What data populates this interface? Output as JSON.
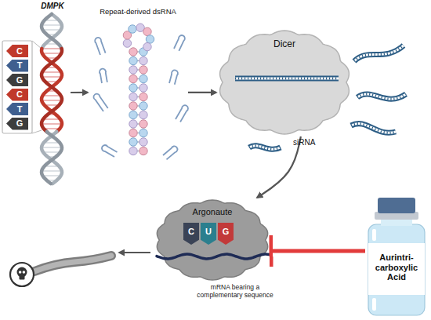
{
  "diagram": {
    "nodes": [
      {
        "text": [
          "DMPK"
        ]
      },
      {
        "text": [
          "Repeat-derived dsRNA"
        ]
      },
      {
        "text": [
          "Dicer"
        ]
      },
      {
        "text": [
          "Argonaute"
        ]
      },
      {
        "text": [
          "Aurintri- carboxylic Acid"
        ]
      }
    ],
    "edges": [
      {
        "from": 0,
        "to": 1,
        "arrow": "to"
      },
      {
        "from": 1,
        "to": 2,
        "arrow": "to"
      },
      {
        "from": 2,
        "to": 3,
        "arrow": "to"
      },
      {
        "from": 4,
        "to": 3,
        "arrow": "to"
      }
    ],
    "labels": [
      "C",
      "T",
      "G",
      "C",
      "T",
      "G",
      "siRNA",
      "C",
      "U",
      "G",
      "mRNA bearing a complementary sequence"
    ]
  }
}
